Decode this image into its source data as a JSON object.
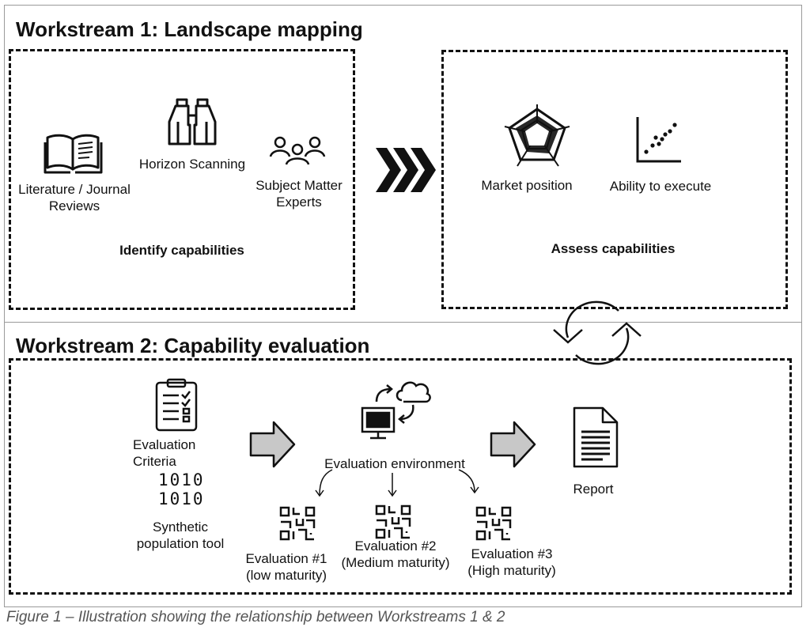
{
  "workstream1": {
    "title": "Workstream 1:  Landscape mapping",
    "identify": {
      "heading": "Identify capabilities",
      "literature": "Literature / Journal Reviews",
      "horizon": "Horizon Scanning",
      "experts": "Subject Matter Experts"
    },
    "assess": {
      "heading": "Assess capabilities",
      "market": "Market position",
      "ability": "Ability to execute"
    }
  },
  "workstream2": {
    "title": "Workstream 2:  Capability evaluation",
    "criteria": "Evaluation Criteria",
    "binary_line1": "1010",
    "binary_line2": "1010",
    "synthetic": "Synthetic population tool",
    "environment": "Evaluation environment",
    "report": "Report",
    "eval1_title": "Evaluation #1",
    "eval1_sub": "(low maturity)",
    "eval2_title": "Evaluation #2",
    "eval2_sub": "(Medium maturity)",
    "eval3_title": "Evaluation #3",
    "eval3_sub": "(High maturity)"
  },
  "caption": "Figure 1 – Illustration showing the relationship between Workstreams 1 & 2",
  "icons": {
    "book": "book-icon",
    "binoculars": "binoculars-icon",
    "people": "people-icon",
    "radar": "radar-chart-icon",
    "scatter": "scatter-plot-icon",
    "chevrons": "triple-chevron-icon",
    "cycle": "cycle-arrows-icon",
    "clipboard": "clipboard-checklist-icon",
    "computer": "computer-cloud-icon",
    "document": "report-document-icon",
    "qr": "qr-code-icon",
    "arrow": "block-arrow-icon"
  }
}
